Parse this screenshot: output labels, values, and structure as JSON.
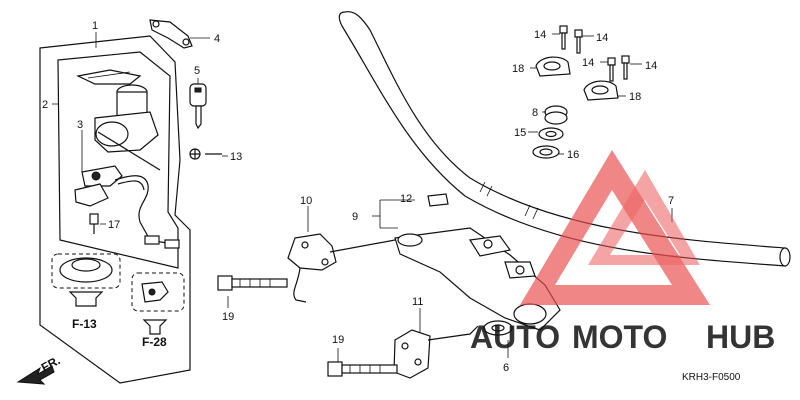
{
  "callouts": {
    "c1": "1",
    "c2": "2",
    "c3": "3",
    "c4": "4",
    "c5": "5",
    "c6": "6",
    "c7": "7",
    "c8": "8",
    "c9": "9",
    "c10": "10",
    "c11": "11",
    "c12": "12",
    "c13": "13",
    "c14a": "14",
    "c14b": "14",
    "c14c": "14",
    "c14d": "14",
    "c15": "15",
    "c16": "16",
    "c17": "17",
    "c18a": "18",
    "c18b": "18",
    "c19a": "19",
    "c19b": "19"
  },
  "refs": {
    "f13": "F-13",
    "f28": "F-28",
    "fr": "FR."
  },
  "diagram_code": "KRH3-F0500",
  "watermark": {
    "auto": "AUTO",
    "moto": "MOTO",
    "hub": "HUB",
    "colors": {
      "auto": "#f2c24a",
      "moto": "#e8675b",
      "hub": "#4a4a4a",
      "triangle": "#ea4d4d"
    }
  }
}
